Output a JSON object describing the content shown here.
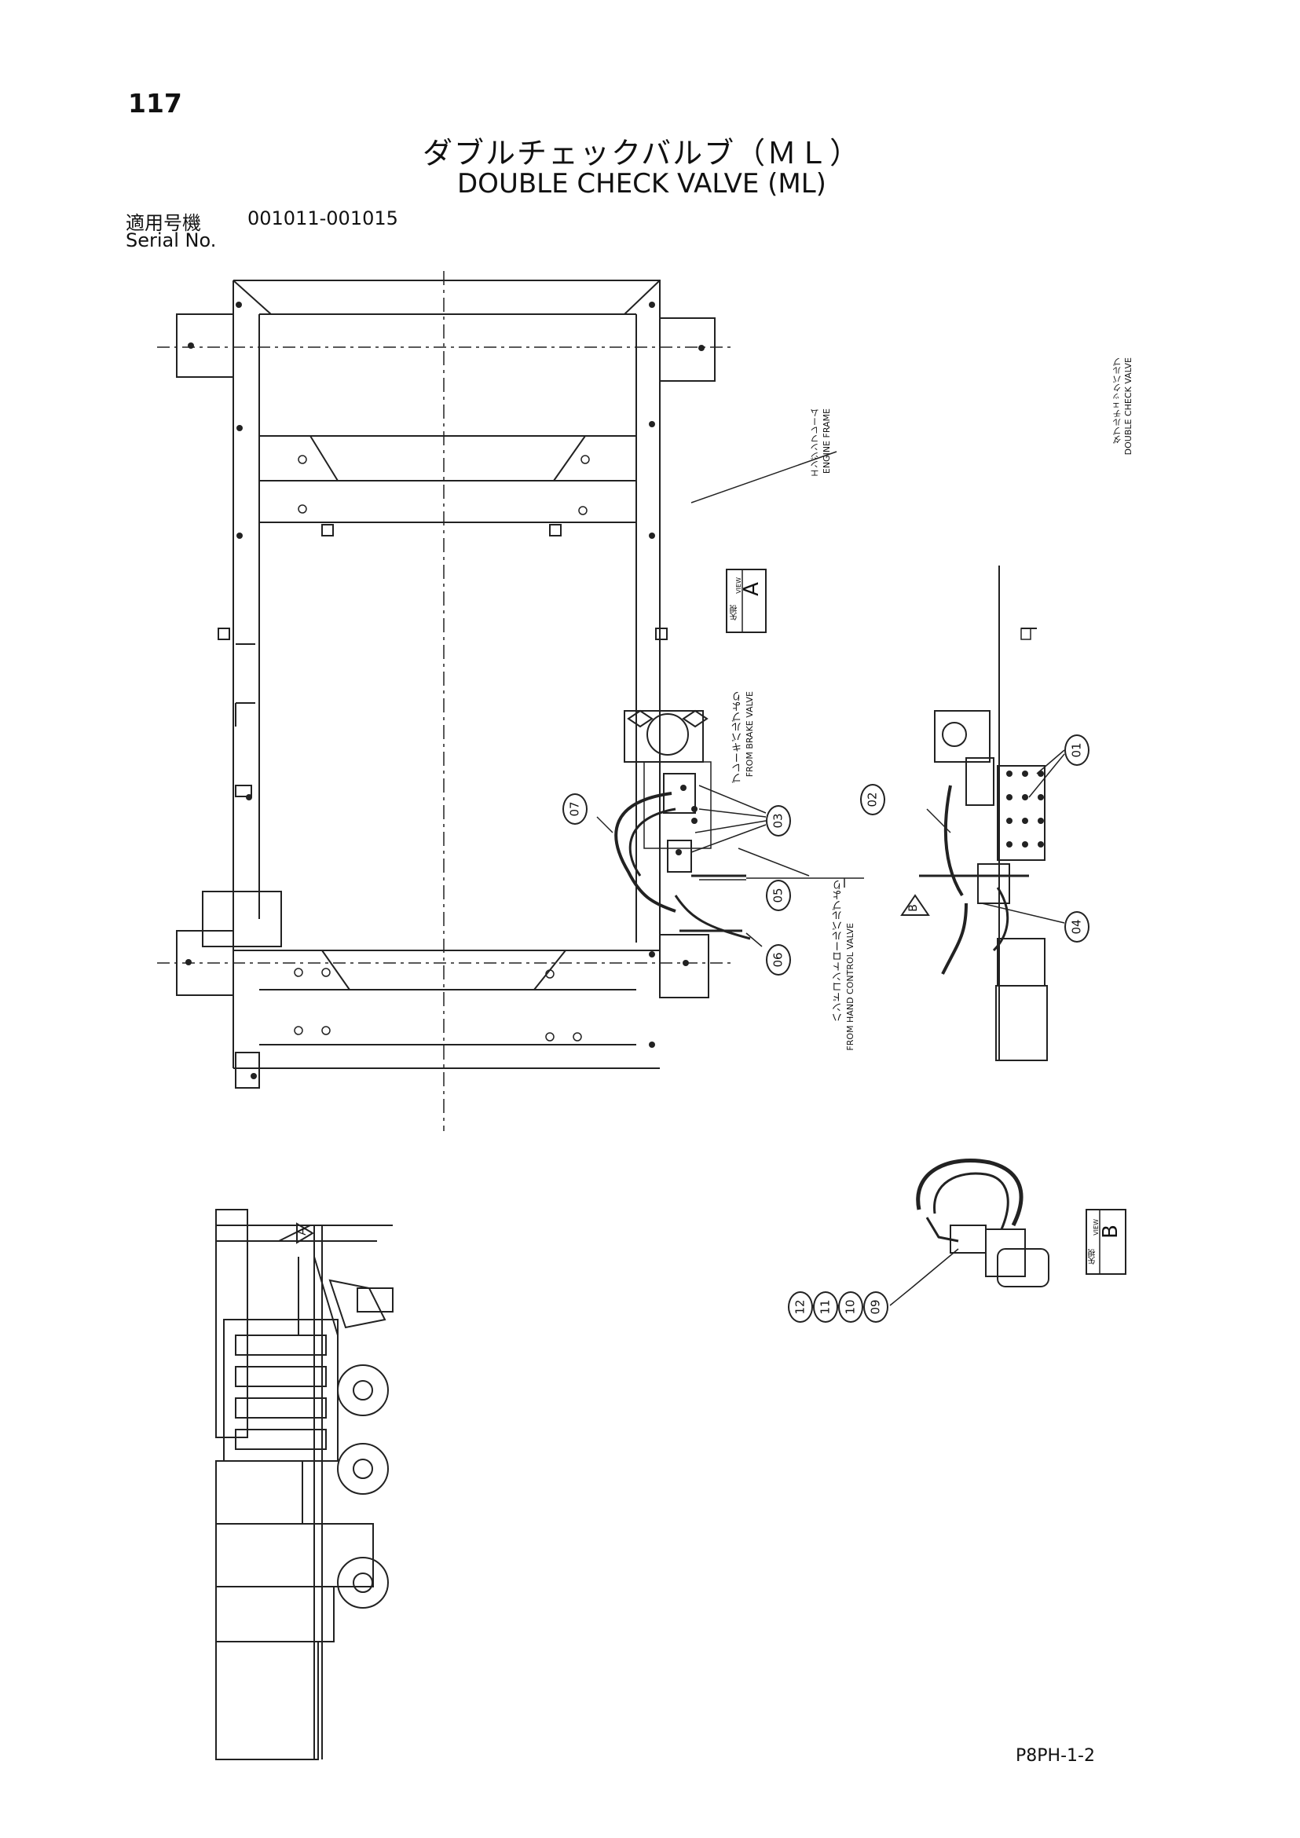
{
  "page_number": "117",
  "title_jp": "ダブルチェックバルブ（ＭＬ）",
  "title_en": "DOUBLE CHECK VALVE (ML)",
  "serial": {
    "label_jp": "適用号機",
    "value": "001011-001015",
    "label_en": "Serial No."
  },
  "labels": {
    "engine_frame_jp": "エンジンフレーム",
    "engine_frame_en": "ENGINE FRAME",
    "dcv_jp": "ダブルチェックバルブ",
    "dcv_en": "DOUBLE CHECK VALVE",
    "from_brake_jp": "ブレーキバルブより",
    "from_brake_en": "FROM BRAKE VALVE",
    "from_hand_jp": "ハンドコントロールバルブより",
    "from_hand_en": "FROM HAND CONTROL VALVE",
    "view_jp": "矢視",
    "view_en": "VIEW",
    "view_a": "A",
    "view_b": "B",
    "arrow_a": "A",
    "arrow_b": "B"
  },
  "callouts": {
    "c01": "01",
    "c02": "02",
    "c03": "03",
    "c04": "04",
    "c05": "05",
    "c06": "06",
    "c07": "07",
    "c09": "09",
    "c10": "10",
    "c11": "11",
    "c12": "12"
  },
  "footer_code": "P8PH-1-2"
}
